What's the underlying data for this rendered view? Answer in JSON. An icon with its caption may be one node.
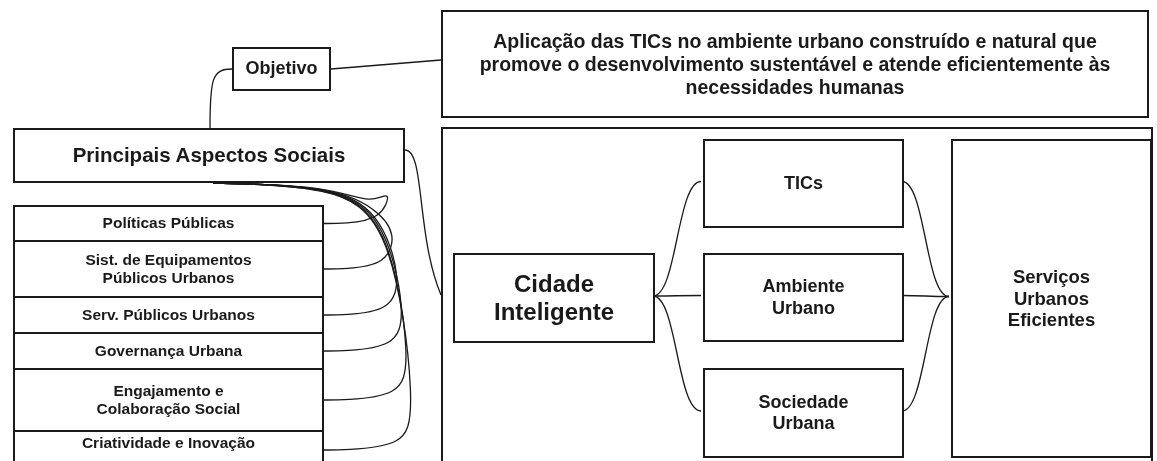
{
  "diagram": {
    "nodes": [
      {
        "text": [
          "Objetivo"
        ]
      },
      {
        "text": [
          "Aplicação das TICs no ambiente urbano construído e natural que promove o desenvolvimento sustentável e atende eficientemente às necessidades humanas"
        ]
      },
      {
        "text": [
          "Principais Aspectos Sociais"
        ]
      },
      {
        "text": [
          "Políticas Públicas"
        ]
      },
      {
        "text": [
          "Sist. de Equipamentos Públicos Urbanos"
        ]
      },
      {
        "text": [
          "Serv. Públicos Urbanos"
        ]
      },
      {
        "text": [
          "Governança Urbana"
        ]
      },
      {
        "text": [
          "Engajamento e Colaboração Social"
        ]
      },
      {
        "text": [
          "Criatividade e Inovação"
        ]
      },
      {
        "text": [],
        "shape": "box"
      },
      {
        "text": [
          "Cidade Inteligente"
        ],
        "in": 9
      },
      {
        "text": [
          "TICs"
        ],
        "in": 9
      },
      {
        "text": [
          "Ambiente Urbano"
        ],
        "in": 9
      },
      {
        "text": [
          "Sociedade Urbana"
        ],
        "in": 9
      },
      {
        "text": [
          "Serviços Urbanos Eficientes"
        ],
        "in": 9
      }
    ],
    "edges": [
      {
        "from": 0,
        "to": 1,
        "arrow": "none"
      },
      {
        "from": 0,
        "to": 2,
        "arrow": "none"
      },
      {
        "from": 2,
        "to": 9,
        "arrow": "none"
      },
      {
        "from": 2,
        "to": 3,
        "arrow": "none"
      },
      {
        "from": 2,
        "to": 4,
        "arrow": "none"
      },
      {
        "from": 2,
        "to": 5,
        "arrow": "none"
      },
      {
        "from": 2,
        "to": 6,
        "arrow": "none"
      },
      {
        "from": 2,
        "to": 7,
        "arrow": "none"
      },
      {
        "from": 2,
        "to": 8,
        "arrow": "none"
      },
      {
        "from": 10,
        "to": 11,
        "arrow": "none"
      },
      {
        "from": 10,
        "to": 12,
        "arrow": "none"
      },
      {
        "from": 10,
        "to": 13,
        "arrow": "none"
      },
      {
        "from": 11,
        "to": 14,
        "arrow": "none"
      },
      {
        "from": 12,
        "to": 14,
        "arrow": "none"
      },
      {
        "from": 13,
        "to": 14,
        "arrow": "none"
      }
    ]
  }
}
